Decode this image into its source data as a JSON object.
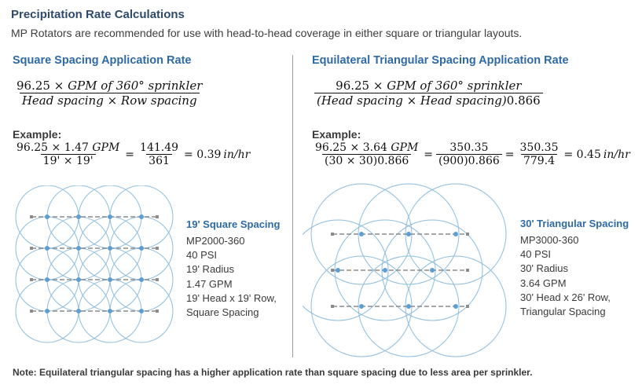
{
  "header": {
    "title": "Precipitation Rate Calculations",
    "subtitle": "MP Rotators are recommended for use with head-to-head coverage in either square or triangular layouts."
  },
  "square": {
    "heading": "Square Spacing Application Rate",
    "formula_num_const": "96.25 ×",
    "formula_num_var": "GPM of 360° sprinkler",
    "formula_den": "Head spacing × Row spacing",
    "example_label": "Example:",
    "ex_num": "96.25 × 1.47",
    "ex_num_unit": "GPM",
    "ex_den": "19' × 19'",
    "eq1": "=",
    "ex2_num": "141.49",
    "ex2_den": "361",
    "result_prefix": "= 0.39",
    "result_unit": "in/hr",
    "diagram_label": "19' Square Spacing",
    "specs": [
      "MP2000-360",
      "40 PSI",
      "19' Radius",
      "1.47 GPM",
      "19' Head x 19' Row,",
      "Square Spacing"
    ],
    "colors": {
      "circle": "#8dbde0",
      "head": "#5d9fd5",
      "line": "#8c8c8c"
    }
  },
  "triangular": {
    "heading": "Equilateral Triangular Spacing Application Rate",
    "formula_num_const": "96.25 ×",
    "formula_num_var": "GPM of 360° sprinkler",
    "formula_den": "(Head spacing × Head spacing)",
    "formula_den_const": "0.866",
    "example_label": "Example:",
    "ex_num": "96.25 × 3.64",
    "ex_num_unit": "GPM",
    "ex_den": "(30 × 30)0.866",
    "eq1": "=",
    "ex2_num": "350.35",
    "ex2_den": "(900)0.866",
    "eq2": "=",
    "ex3_num": "350.35",
    "ex3_den": "779.4",
    "result_prefix": "= 0.45",
    "result_unit": "in/hr",
    "diagram_label": "30' Triangular Spacing",
    "specs": [
      "MP3000-360",
      "40 PSI",
      "30' Radius",
      "3.64 GPM",
      "30' Head x 26' Row,",
      "Triangular Spacing"
    ]
  },
  "footer": {
    "note": "Note: Equilateral triangular spacing has a higher application rate than square spacing due to less area per sprinkler."
  }
}
